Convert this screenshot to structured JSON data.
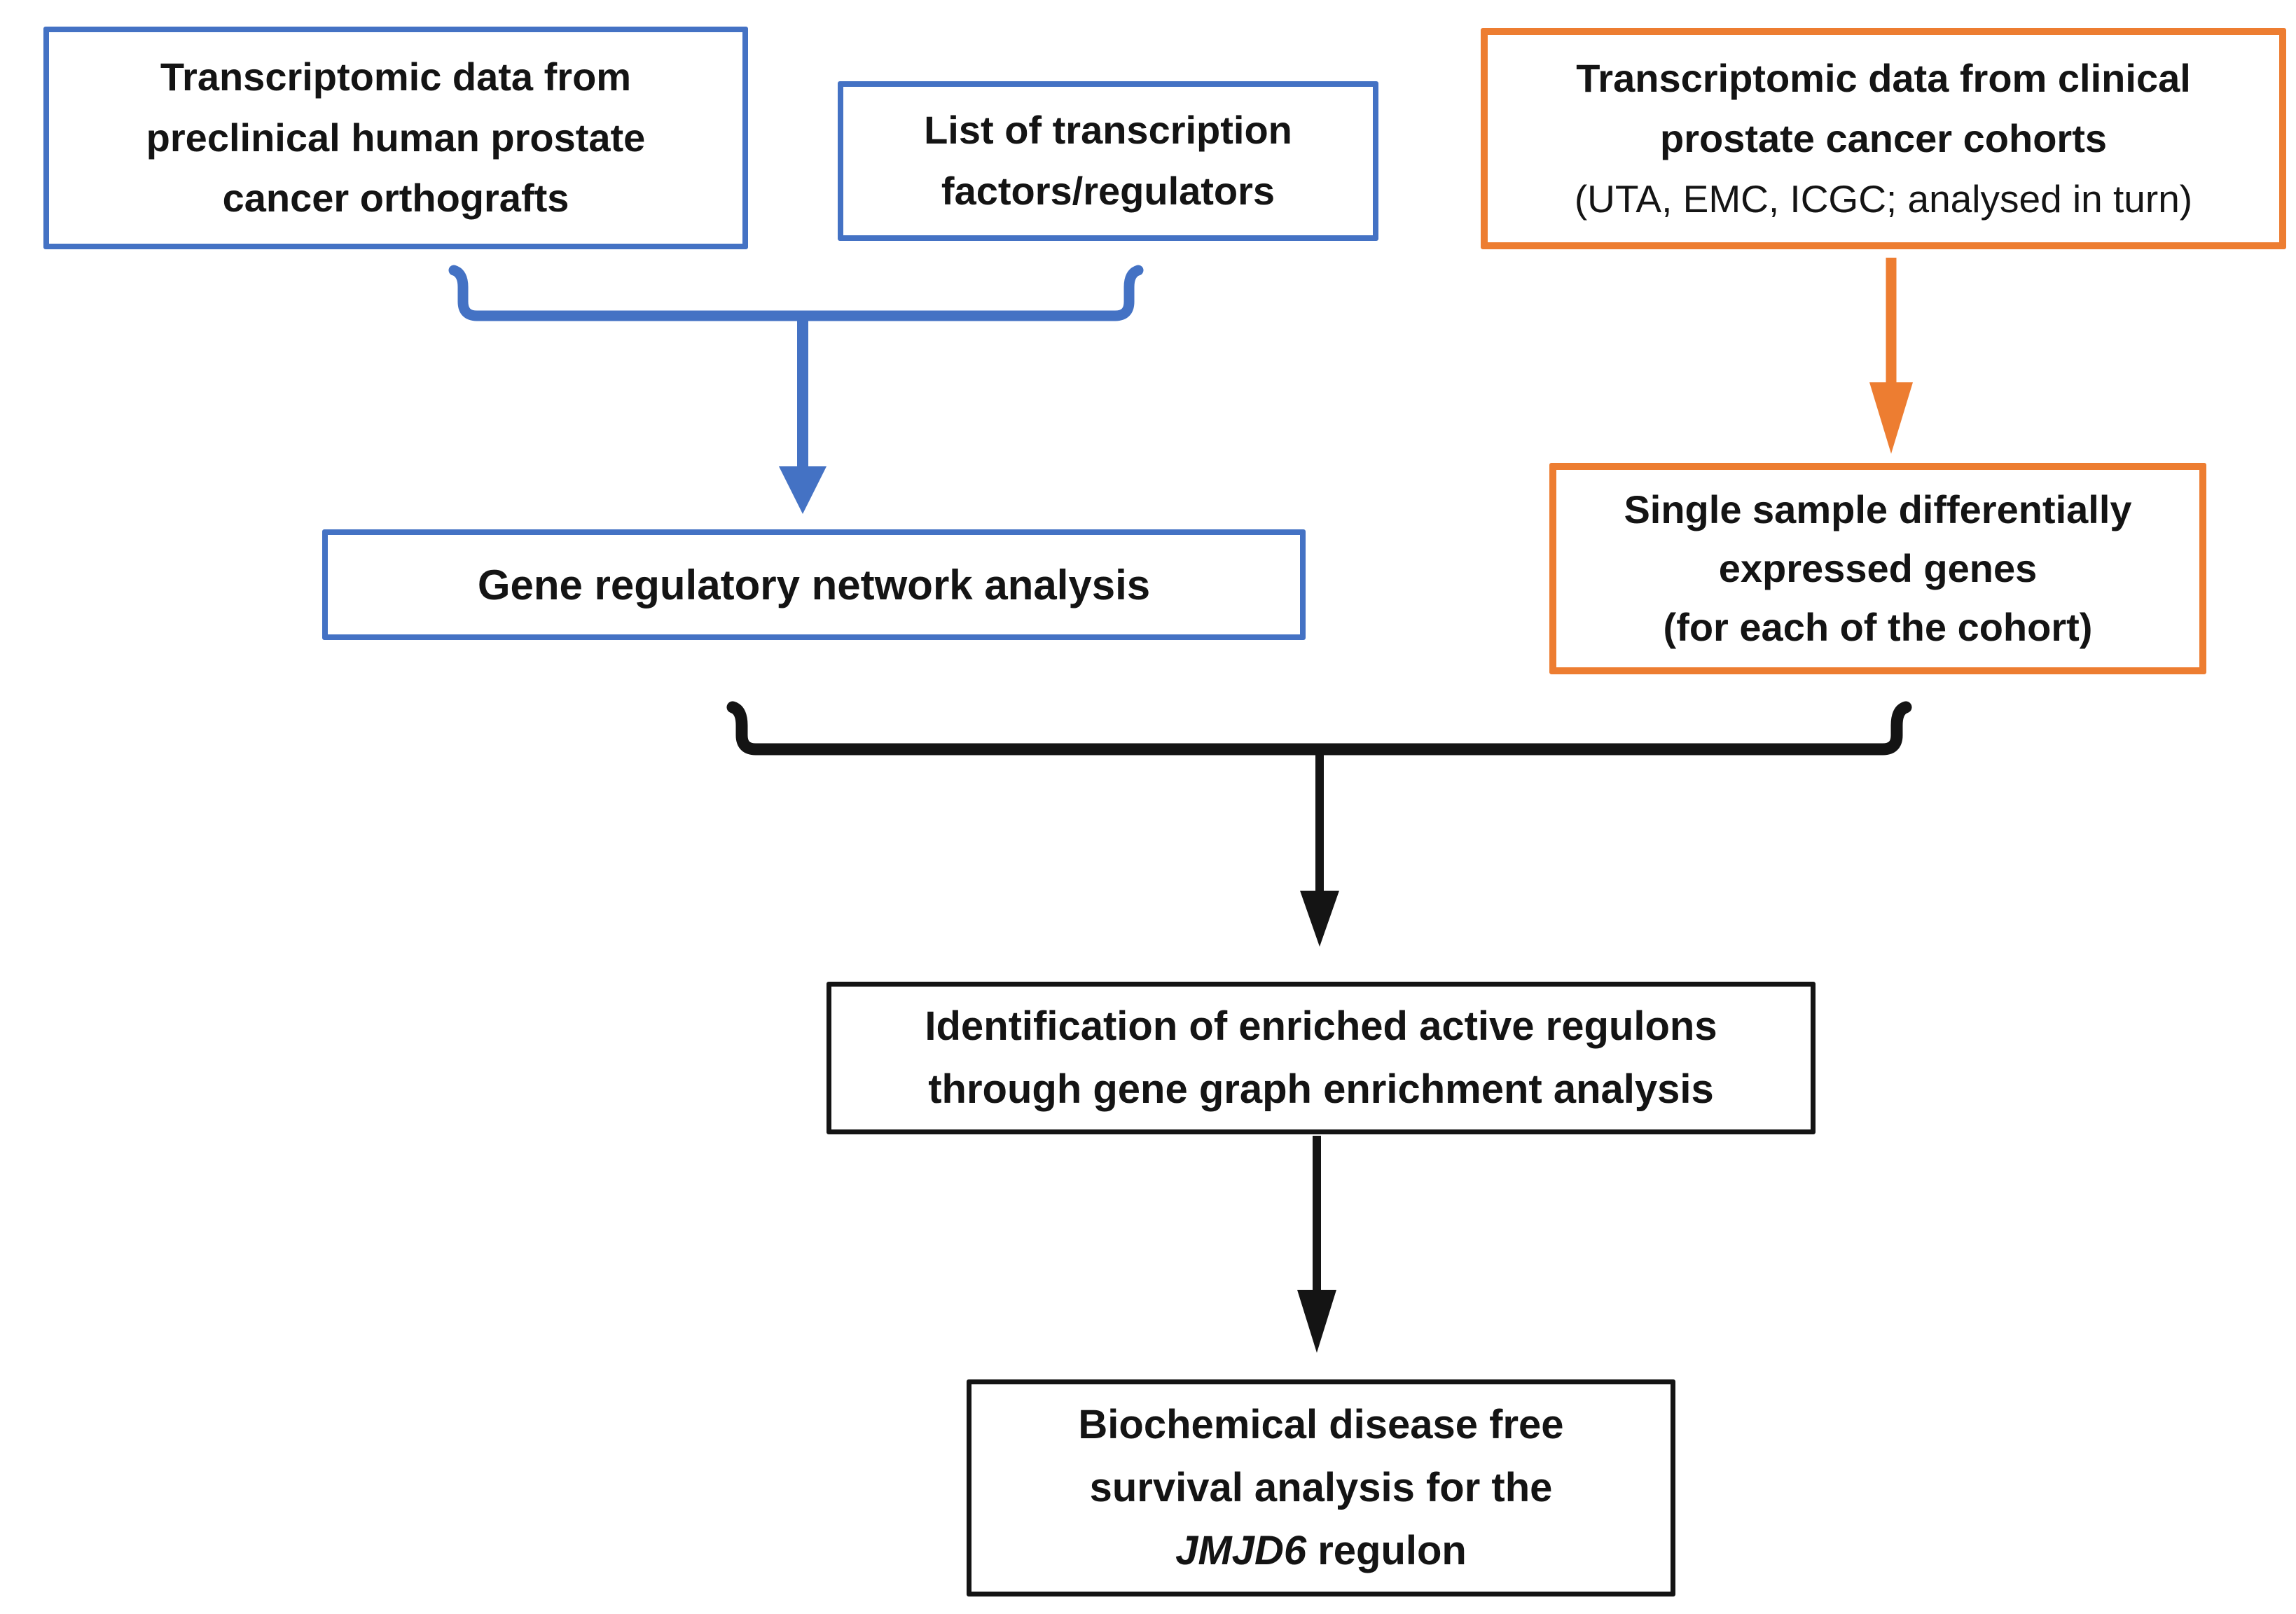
{
  "colors": {
    "blue": "#4472C4",
    "orange": "#ED7D31",
    "ink": "#141414",
    "background": "#ffffff"
  },
  "boxes": {
    "orthografts": {
      "lines": [
        "Transcriptomic data from",
        "preclinical human prostate",
        "cancer orthografts"
      ]
    },
    "tf_list": {
      "lines": [
        "List of transcription",
        "factors/regulators"
      ]
    },
    "clinical": {
      "lines": [
        "Transcriptomic data from clinical",
        "prostate cancer cohorts"
      ],
      "note": "(UTA, EMC, ICGC; analysed in turn)"
    },
    "grn": {
      "label": "Gene regulatory network analysis"
    },
    "ssdeg": {
      "lines": [
        "Single sample differentially",
        "expressed genes",
        "(for each of the cohort)"
      ]
    },
    "regulons": {
      "lines": [
        "Identification of enriched active regulons",
        "through gene graph enrichment analysis"
      ]
    },
    "survival": {
      "lines": [
        "Biochemical disease free",
        "survival analysis for the"
      ],
      "gene_italic": "JMJD6",
      "line3_rest": " regulon"
    }
  }
}
